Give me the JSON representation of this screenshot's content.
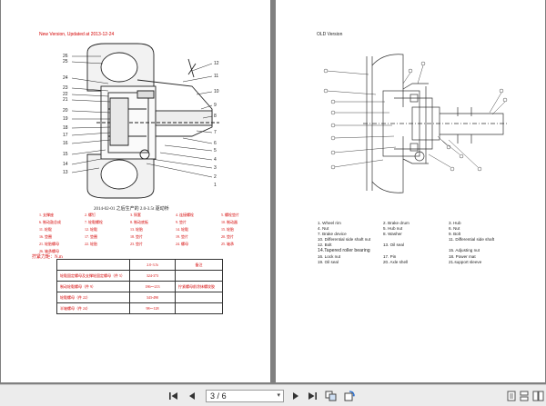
{
  "pages": {
    "left": {
      "header": "New Version, Updated at 2013-12-24",
      "callouts": [
        "26",
        "25",
        "24",
        "23",
        "22",
        "21",
        "20",
        "19",
        "18",
        "17",
        "16",
        "15",
        "14",
        "13",
        "12",
        "11",
        "10",
        "9",
        "8",
        "7",
        "6",
        "5",
        "4",
        "3",
        "2",
        "1"
      ],
      "caption": "2014-02-01 之后生产的 2.0-3.5t 驱动桥",
      "cn_parts": [
        "1. 支撑座",
        "2. 螺钉",
        "3. 铜套",
        "4. 连接螺栓",
        "5. 螺栓垫片",
        "6. 制动鼓总成",
        "7. 轮毂螺栓",
        "8. 制动底板",
        "9. 垫片",
        "10. 制动器",
        "11. 轮毂",
        "12. 轮毂",
        "13. 轮胎",
        "14. 轮毂",
        "15. 轮胎",
        "16. 垫圈",
        "17. 垫圈",
        "18. 垫片",
        "19. 垫片",
        "20. 垫片",
        "21. 轮胎螺母",
        "22. 轮胎",
        "23. 垫片",
        "24. 螺母",
        "25. 轴承",
        "26. 轴承螺母"
      ],
      "torque_title": "拧紧力矩：N.m",
      "torque_table": {
        "header": [
          "",
          "2.0-3.5t",
          "备注"
        ],
        "rows": [
          [
            "轮毂固定螺母及支撑轮固定螺母（件 5）",
            "324-373",
            ""
          ],
          [
            "制动轮毂螺母（件 9）",
            "186～213",
            "拧紧螺母前涂抹螺纹胶"
          ],
          [
            "轮毂螺母（件 22）",
            "343-490",
            ""
          ],
          [
            "半轴螺母（件 24）",
            "98～128",
            ""
          ]
        ]
      }
    },
    "right": {
      "header": "OLD Version",
      "legend": [
        {
          "t": "1. Wheel rim",
          "wide": false
        },
        {
          "t": "2. Brake drum",
          "wide": false
        },
        {
          "t": "3. Hub",
          "wide": false
        },
        {
          "t": "4. Nut",
          "wide": false
        },
        {
          "t": "5. Hub nut",
          "wide": false
        },
        {
          "t": "6. Nut",
          "wide": false
        },
        {
          "t": "7. Brake device",
          "wide": false
        },
        {
          "t": "8. Washer",
          "wide": false
        },
        {
          "t": "9. Bolt",
          "wide": false
        },
        {
          "t": "10. Differential side shaft nut",
          "wide": true
        },
        {
          "t": "11. Differential side shaft",
          "wide": false
        },
        {
          "t": "12. Bolt",
          "wide": false
        },
        {
          "t": "13. Oil seal",
          "wide": false
        },
        {
          "t": "14.Tapered roller bearing",
          "wide": true,
          "big": true
        },
        {
          "t": "15. Adjusting nut",
          "wide": false
        },
        {
          "t": "16. Lock nut",
          "wide": false
        },
        {
          "t": "17. Pin",
          "wide": false
        },
        {
          "t": "18. Power mat",
          "wide": false
        },
        {
          "t": "19. Oil seal",
          "wide": false
        },
        {
          "t": "20. Axle shell",
          "wide": false
        },
        {
          "t": "21.support sleeve",
          "wide": false
        }
      ]
    }
  },
  "toolbar": {
    "page_current": "3",
    "page_sep": "/",
    "page_total": "6",
    "first_icon": "first-page-icon",
    "prev_icon": "prev-page-icon",
    "next_icon": "next-page-icon",
    "last_icon": "last-page-icon"
  }
}
